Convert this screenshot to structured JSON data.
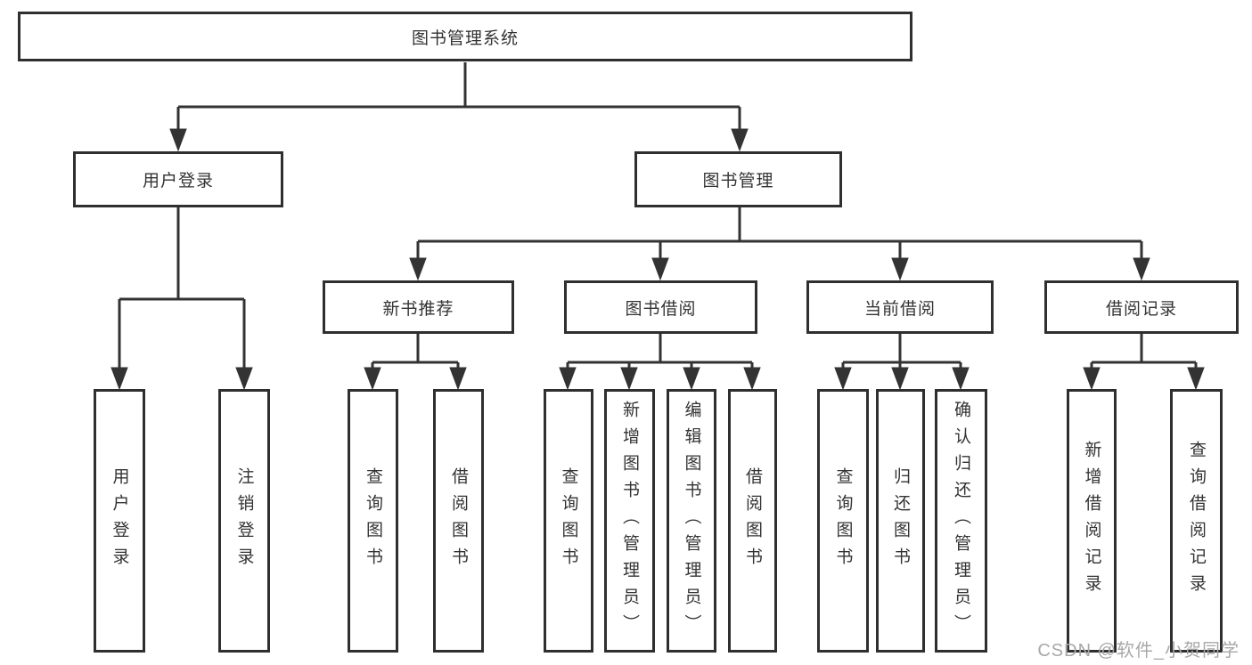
{
  "nodes": {
    "root": {
      "label": "图书管理系统"
    },
    "level2": [
      {
        "label": "用户登录"
      },
      {
        "label": "图书管理"
      }
    ],
    "level3": [
      {
        "label": "新书推荐"
      },
      {
        "label": "图书借阅"
      },
      {
        "label": "当前借阅"
      },
      {
        "label": "借阅记录"
      }
    ],
    "leaves": [
      {
        "label": "用户登录"
      },
      {
        "label": "注销登录"
      },
      {
        "label": "查询图书"
      },
      {
        "label": "借阅图书"
      },
      {
        "label": "查询图书"
      },
      {
        "label": "新增图书（管理员）"
      },
      {
        "label": "编辑图书（管理员）"
      },
      {
        "label": "借阅图书"
      },
      {
        "label": "查询图书"
      },
      {
        "label": "归还图书"
      },
      {
        "label": "确认归还（管理员）"
      },
      {
        "label": "新增借阅记录"
      },
      {
        "label": "查询借阅记录"
      }
    ]
  },
  "watermark": "CSDN @软件_小贺同学",
  "colors": {
    "line": "#333333",
    "box_border": "#2f2f2f",
    "text": "#333333",
    "watermark": "#a8a8a8",
    "background": "#ffffff"
  }
}
